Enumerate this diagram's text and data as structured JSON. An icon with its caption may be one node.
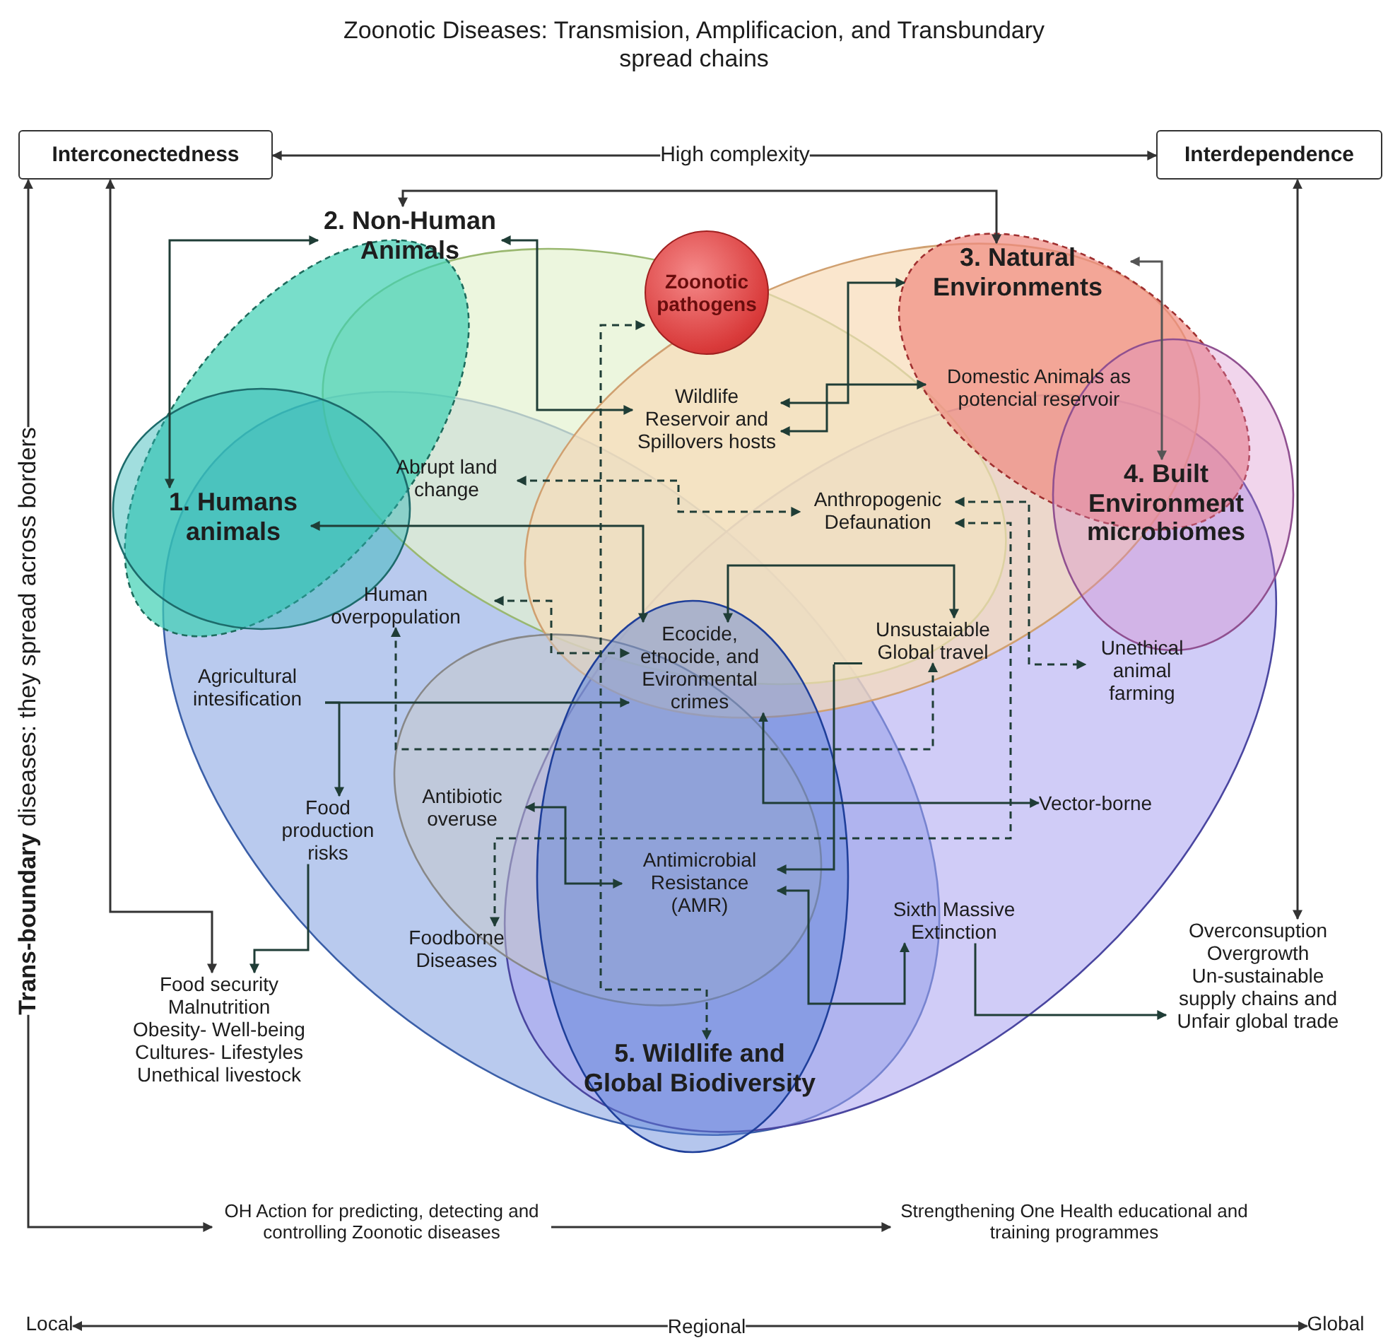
{
  "diagram": {
    "title": "Zoonotic Diseases: Transmision, Amplificacion, and Transbundary spread chains",
    "nodes": [
      {
        "text": [
          "Interconectedness"
        ]
      },
      {
        "text": [
          "High complexity"
        ]
      },
      {
        "text": [
          "Interdependence"
        ]
      },
      {
        "text": [
          "Zoonotic pathogens"
        ]
      },
      {
        "text": [
          "2. Non-Human Animals"
        ]
      },
      {
        "text": [
          "3. Natural Environments"
        ]
      },
      {
        "text": [
          "Wildlife Reservoir and Spillovers hosts"
        ]
      },
      {
        "text": [
          "Domestic Animals as potencial reservoir"
        ]
      },
      {
        "text": [
          "1. Humans animals"
        ]
      },
      {
        "text": [
          "Abrupt land change"
        ]
      },
      {
        "text": [
          "Anthropogenic Defaunation"
        ]
      },
      {
        "text": [
          "4. Built Environment microbiomes"
        ]
      },
      {
        "text": [
          "Human overpopulation"
        ]
      },
      {
        "text": [
          "Ecocide, etnocide, and Evironmental crimes"
        ]
      },
      {
        "text": [
          "Unsustaiable Global travel"
        ]
      },
      {
        "text": [
          "Unethical animal farming"
        ]
      },
      {
        "text": [
          "Agricultural intesification"
        ]
      },
      {
        "text": [
          "Food production risks"
        ]
      },
      {
        "text": [
          "Vector-borne"
        ]
      },
      {
        "text": [
          "Antibiotic overuse"
        ]
      },
      {
        "text": [
          "Antimicrobial Resistance (AMR)"
        ]
      },
      {
        "text": [
          "Foodborne Diseases"
        ]
      },
      {
        "text": [
          "Sixth Massive Extinction"
        ]
      },
      {
        "text": [
          "Food security",
          "Malnutrition",
          "Obesity- Well-being",
          "Cultures- Lifestyles",
          "Unethical livestock"
        ]
      },
      {
        "text": [
          "Overconsuption",
          "Overgrowth",
          "Un-sustainable supply chains and Unfair global trade"
        ]
      },
      {
        "text": [
          "5. Wildlife and Global Biodiversity"
        ]
      },
      {
        "text": [
          "OH Action for predicting, detecting and controlling Zoonotic diseases"
        ]
      },
      {
        "text": [
          "Strengthening One Health educational and training programmes"
        ]
      },
      {
        "text": [
          "Local"
        ]
      },
      {
        "text": [
          "Regional"
        ]
      },
      {
        "text": [
          "Global"
        ]
      },
      {
        "text": [
          "**Trans-boundary** diseases: they spread across borders"
        ]
      }
    ],
    "edges": [
      {
        "from": 1,
        "to": 0,
        "arrow": "to",
        "color": "#333333"
      },
      {
        "from": 1,
        "to": 2,
        "arrow": "to",
        "color": "#333333"
      },
      {
        "from": 4,
        "to": 5,
        "arrow": "both",
        "color": "#333333"
      },
      {
        "from": 8,
        "to": 4,
        "arrow": "both"
      },
      {
        "from": 4,
        "to": 6,
        "arrow": "both"
      },
      {
        "from": 6,
        "to": 5,
        "arrow": "both"
      },
      {
        "from": 6,
        "to": 7,
        "arrow": "both"
      },
      {
        "from": 3,
        "to": 25,
        "arrow": "both",
        "style": "dashed"
      },
      {
        "from": 5,
        "to": 11,
        "arrow": "both",
        "color": "#555555"
      },
      {
        "from": 2,
        "to": 24,
        "arrow": "both",
        "color": "#333333"
      },
      {
        "from": 0,
        "to": 23,
        "arrow": "both",
        "color": "#333333"
      },
      {
        "from": 31,
        "to": 0,
        "arrow": "to",
        "color": "#333333"
      },
      {
        "from": 31,
        "to": 26,
        "arrow": "to",
        "color": "#333333"
      },
      {
        "from": 26,
        "to": 27,
        "arrow": "to",
        "color": "#333333"
      },
      {
        "from": 29,
        "to": 28,
        "arrow": "to",
        "color": "#333333"
      },
      {
        "from": 29,
        "to": 30,
        "arrow": "to",
        "color": "#333333"
      },
      {
        "from": 8,
        "to": 13,
        "arrow": "both"
      },
      {
        "from": 9,
        "to": 10,
        "arrow": "both",
        "style": "dashed"
      },
      {
        "from": 12,
        "to": 13,
        "arrow": "both",
        "style": "dashed"
      },
      {
        "from": 16,
        "to": 13,
        "arrow": "to"
      },
      {
        "from": 16,
        "to": 17,
        "arrow": "to"
      },
      {
        "from": 12,
        "to": 14,
        "arrow": "both",
        "style": "dashed"
      },
      {
        "from": 10,
        "to": 15,
        "arrow": "both",
        "style": "dashed"
      },
      {
        "from": 10,
        "to": 21,
        "arrow": "both",
        "style": "dashed"
      },
      {
        "from": 13,
        "to": 14,
        "arrow": "both"
      },
      {
        "from": 14,
        "to": 20,
        "arrow": "to"
      },
      {
        "from": 13,
        "to": 18,
        "arrow": "both"
      },
      {
        "from": 19,
        "to": 20,
        "arrow": "both"
      },
      {
        "from": 20,
        "to": 22,
        "arrow": "both"
      },
      {
        "from": 22,
        "to": 24,
        "arrow": "to"
      },
      {
        "from": 17,
        "to": 23,
        "arrow": "to"
      }
    ]
  }
}
